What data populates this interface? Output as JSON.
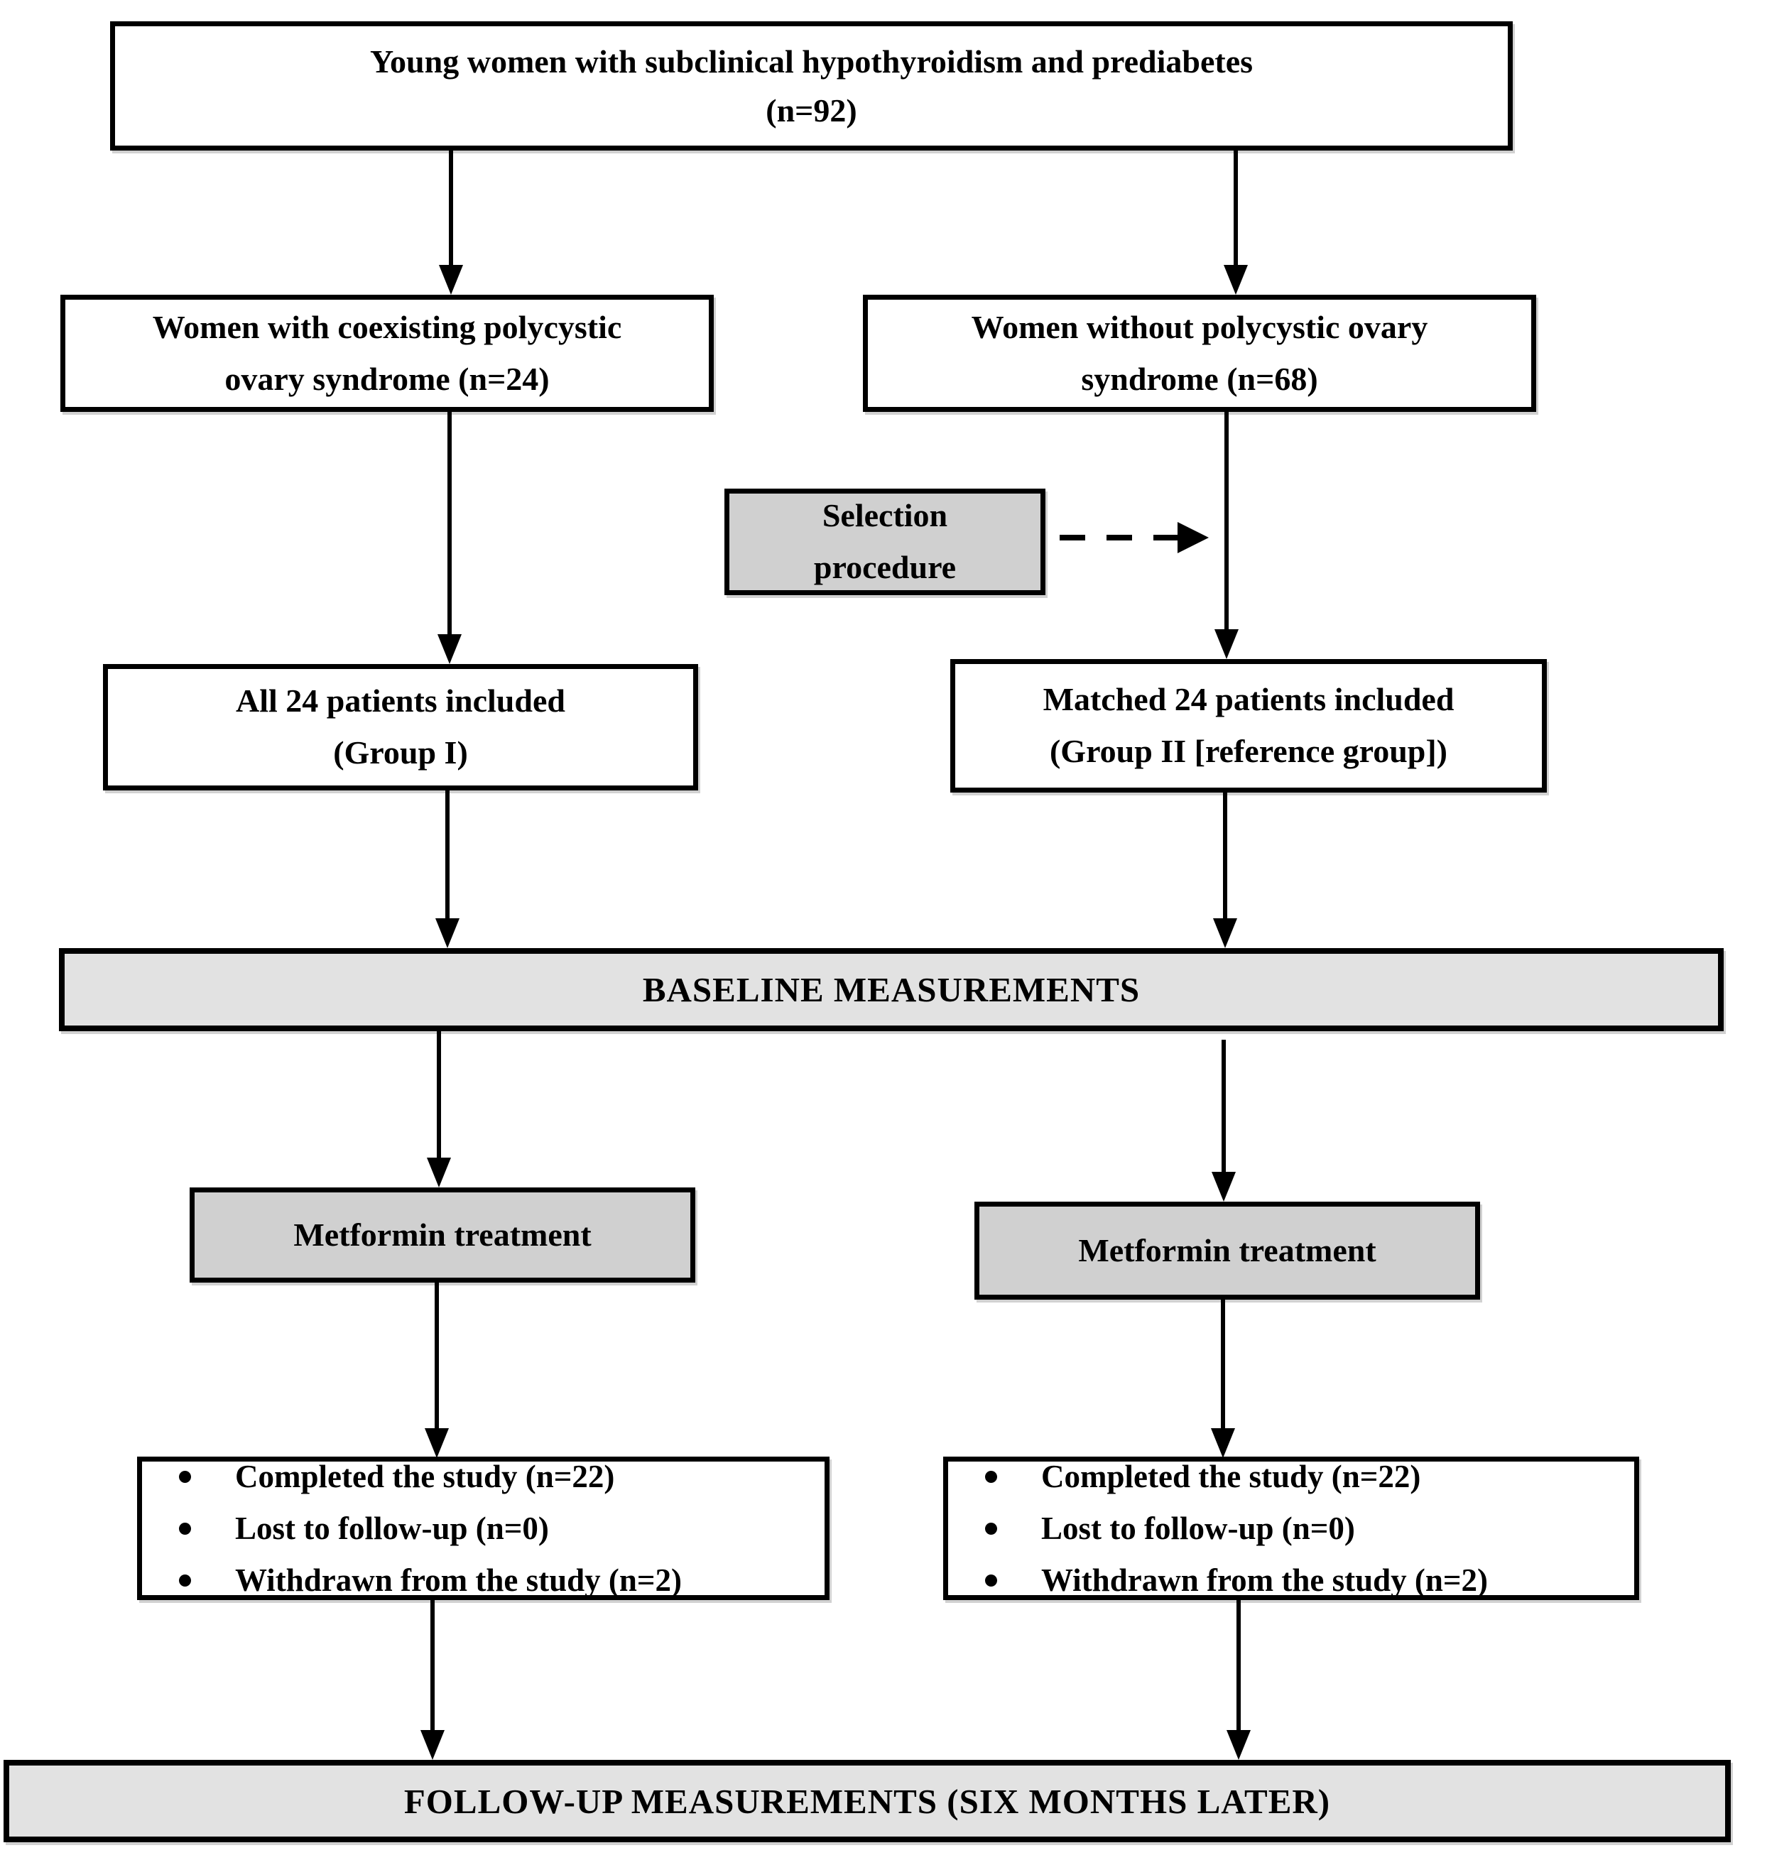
{
  "boxes": {
    "population": {
      "lines": [
        "Young women with subclinical hypothyroidism and prediabetes",
        "(n=92)"
      ]
    },
    "with_pcos": {
      "lines": [
        "Women with coexisting polycystic",
        "ovary syndrome (n=24)"
      ]
    },
    "without_pcos": {
      "lines": [
        "Women without polycystic ovary",
        "syndrome (n=68)"
      ]
    },
    "selection": {
      "lines": [
        "Selection",
        "procedure"
      ]
    },
    "group1": {
      "lines": [
        "All 24 patients included",
        "(Group I)"
      ]
    },
    "group2": {
      "lines": [
        "Matched 24 patients included",
        "(Group II [reference group])"
      ]
    },
    "baseline": {
      "label": "BASELINE MEASUREMENTS"
    },
    "metformin_left": {
      "label": "Metformin treatment"
    },
    "metformin_right": {
      "label": "Metformin treatment"
    },
    "outcomes_left": {
      "items": [
        "Completed the study (n=22)",
        "Lost to follow-up (n=0)",
        "Withdrawn from the study (n=2)"
      ]
    },
    "outcomes_right": {
      "items": [
        "Completed the study (n=22)",
        "Lost to follow-up (n=0)",
        "Withdrawn from the study (n=2)"
      ]
    },
    "followup": {
      "label": "FOLLOW-UP MEASUREMENTS (SIX MONTHS LATER)"
    }
  },
  "colors": {
    "line": "#000000",
    "gray_fill": "#d0d0d0",
    "bar_fill": "#e2e2e2",
    "background": "#ffffff"
  }
}
